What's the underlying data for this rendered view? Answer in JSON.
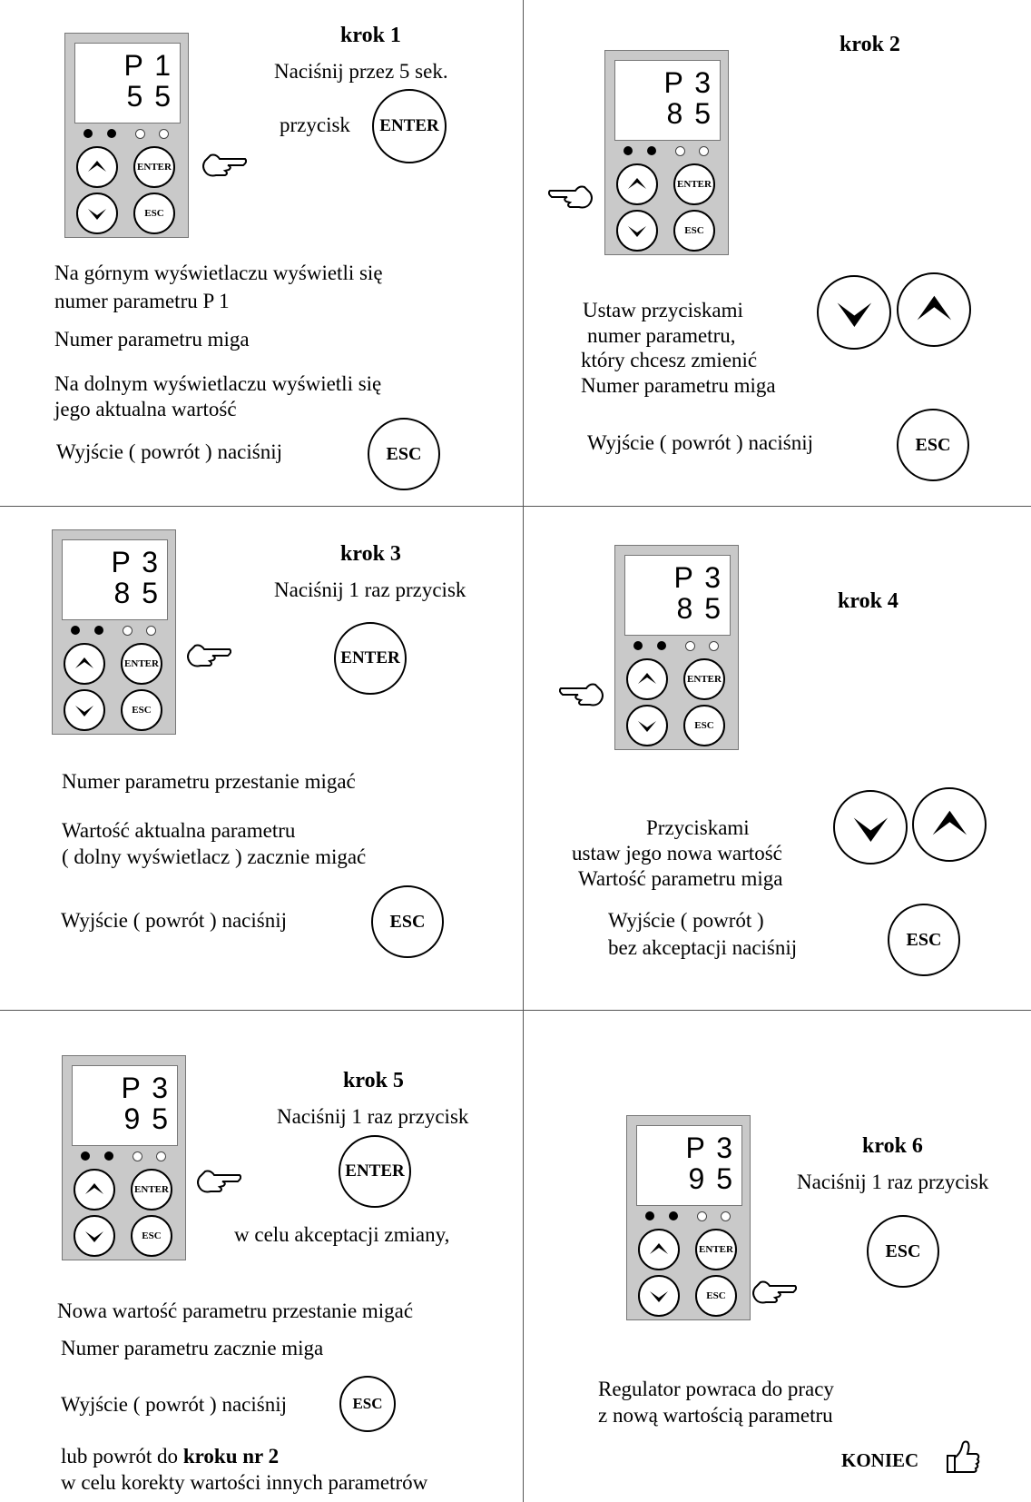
{
  "step1": {
    "title": "krok 1",
    "line1": "Naciśnij przez 5 sek.",
    "line2": "przycisk",
    "button": "ENTER",
    "display": {
      "top": "P 1",
      "bottom": "5 5"
    },
    "desc1a": "Na  górnym wyświetlaczu  wyświetli się",
    "desc1b": "numer parametru P 1",
    "desc2": "Numer parametru miga",
    "desc3a": "Na   dolnym wyświetlaczu  wyświetli się",
    "desc3b": "jego aktualna wartość",
    "exit": "Wyjście ( powrót ) naciśnij",
    "exit_button": "ESC"
  },
  "step2": {
    "title": "krok 2",
    "display": {
      "top": "P 3",
      "bottom": "8 5"
    },
    "desc1": "Ustaw  przyciskami",
    "desc2": "numer parametru,",
    "desc3": "który chcesz zmienić",
    "desc4": "Numer parametru miga",
    "exit": "Wyjście ( powrót ) naciśnij",
    "exit_button": "ESC"
  },
  "step3": {
    "title": "krok 3",
    "line1": "Naciśnij 1 raz przycisk",
    "button": "ENTER",
    "display": {
      "top": "P 3",
      "bottom": "8 5"
    },
    "desc1": "Numer  parametru przestanie migać",
    "desc2": "Wartość aktualna parametru",
    "desc3": "( dolny wyświetlacz ) zacznie  migać",
    "exit": "Wyjście ( powrót ) naciśnij",
    "exit_button": "ESC"
  },
  "step4": {
    "title": "krok 4",
    "display": {
      "top": "P 3",
      "bottom": "8 5"
    },
    "desc1": "Przyciskami",
    "desc2": "ustaw jego nowa wartość",
    "desc3": "Wartość parametru miga",
    "exit1": "Wyjście ( powrót )",
    "exit2": "bez akceptacji naciśnij",
    "exit_button": "ESC"
  },
  "step5": {
    "title": "krok 5",
    "line1": "Naciśnij 1 raz przycisk",
    "button": "ENTER",
    "accept": "w celu akceptacji zmiany,",
    "display": {
      "top": "P 3",
      "bottom": "9 5"
    },
    "desc1": "Nowa wartość  parametru przestanie migać",
    "desc2": "Numer parametru zacznie miga",
    "exit": "Wyjście ( powrót ) naciśnij",
    "exit_button": "ESC",
    "back_pre": "lub powrót do ",
    "back_bold": "kroku nr 2",
    "back2": "w celu korekty  wartości innych parametrów"
  },
  "step6": {
    "title": "krok 6",
    "line1": "Naciśnij 1 raz przycisk",
    "button": "ESC",
    "display": {
      "top": "P 3",
      "bottom": "9 5"
    },
    "desc1": "Regulator powraca do pracy",
    "desc2": "z nową wartością parametru",
    "end": "KONIEC"
  },
  "device_labels": {
    "enter": "ENTER",
    "esc": "ESC"
  }
}
